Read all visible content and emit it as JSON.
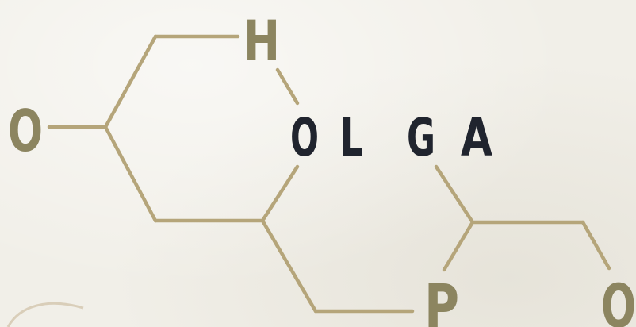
{
  "diagram": {
    "atoms": {
      "h": "H",
      "o_left": "O",
      "o": "O",
      "l": "L",
      "g": "G",
      "a": "A",
      "p": "P",
      "o_right": "O"
    },
    "colors": {
      "bond": "#b5a57a",
      "atom_olive": "#8c8560",
      "atom_dark": "#20242e",
      "background": "#f1efe8"
    }
  }
}
